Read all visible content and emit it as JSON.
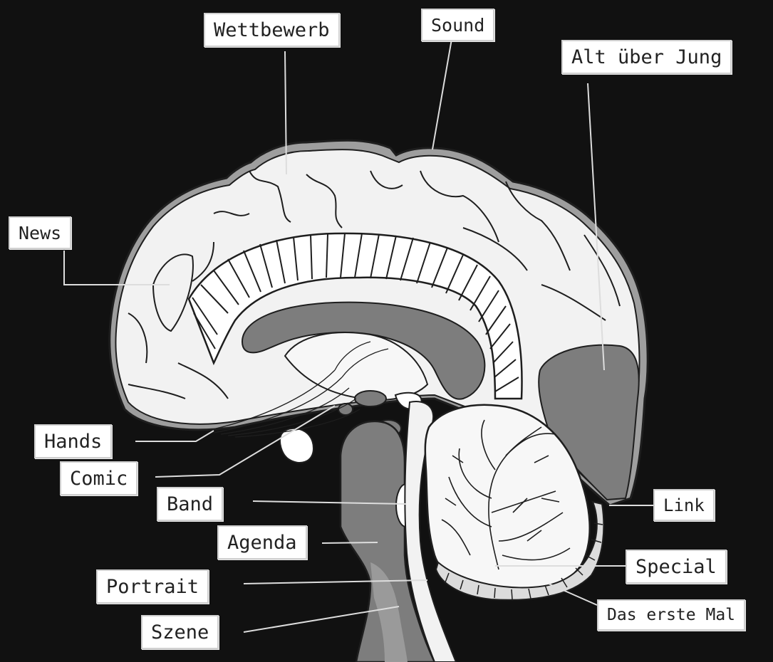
{
  "labels": {
    "wettbewerb": "Wettbewerb",
    "sound": "Sound",
    "alt_ueber_jung": "Alt über Jung",
    "news": "News",
    "hands": "Hands",
    "comic": "Comic",
    "band": "Band",
    "agenda": "Agenda",
    "portrait": "Portrait",
    "szene": "Szene",
    "link": "Link",
    "special": "Special",
    "das_erste_mal": "Das erste Mal"
  },
  "colors": {
    "background": "#111111",
    "brain_fill": "#f2f2f2",
    "dark_region": "#7d7d7d",
    "mid_region": "#9a9a9a",
    "line": "#1e1e1e",
    "label_bg": "#ffffff"
  }
}
